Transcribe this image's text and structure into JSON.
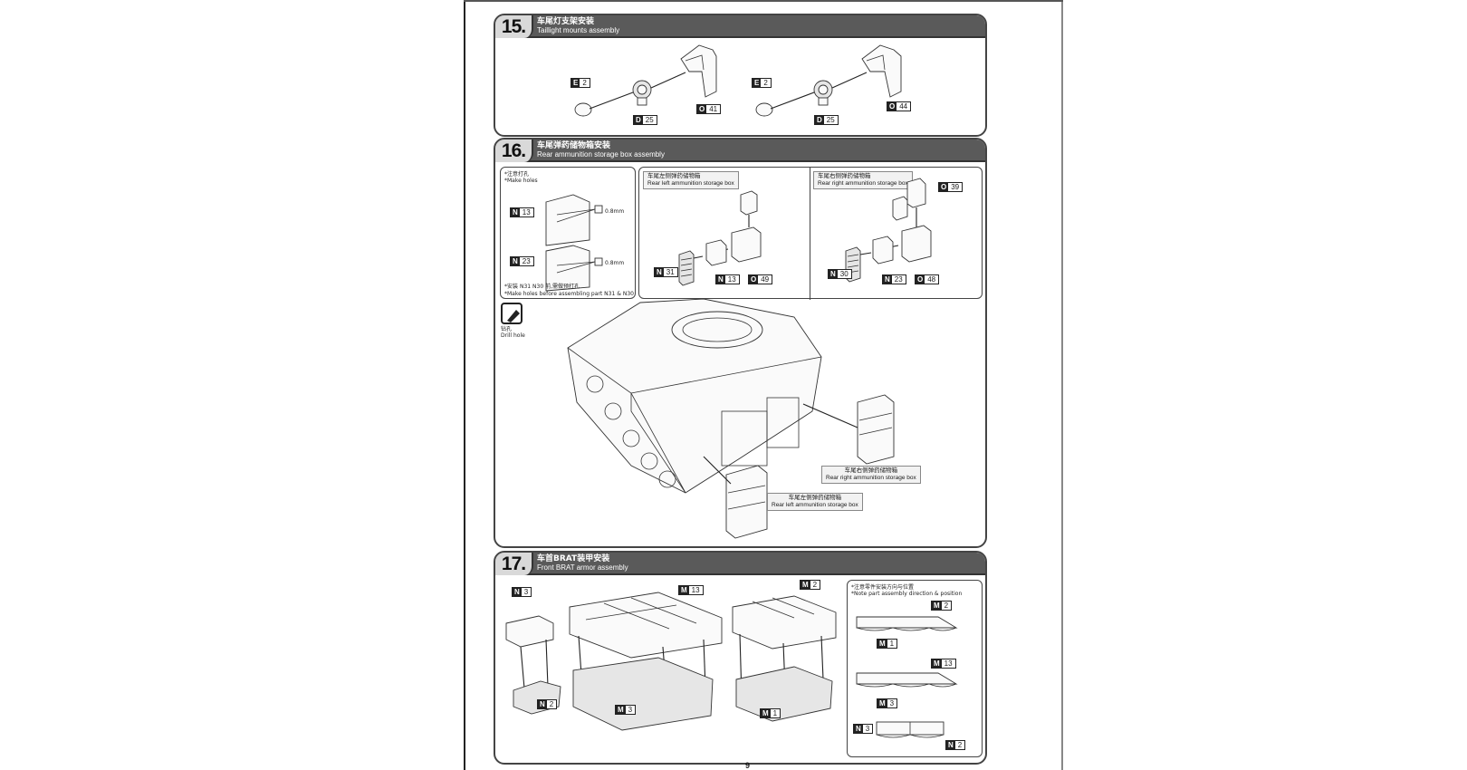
{
  "page_number": "9",
  "steps": [
    {
      "number": "15.",
      "title_cn": "车尾灯支架安装",
      "title_en": "Taillight mounts assembly",
      "parts": [
        {
          "letter": "E",
          "num": "2"
        },
        {
          "letter": "D",
          "num": "25"
        },
        {
          "letter": "O",
          "num": "41"
        },
        {
          "letter": "E",
          "num": "2"
        },
        {
          "letter": "D",
          "num": "25"
        },
        {
          "letter": "O",
          "num": "44"
        }
      ]
    },
    {
      "number": "16.",
      "title_cn": "车尾弹药储物箱安装",
      "title_en": "Rear ammunition storage box assembly",
      "drill_panel": {
        "note_cn": "*注意打孔",
        "note_en": "*Make holes",
        "dim1": "0.8mm",
        "dim2": "0.8mm",
        "part_a": {
          "letter": "N",
          "num": "13"
        },
        "part_b": {
          "letter": "N",
          "num": "23"
        },
        "footer_cn": "*安装",
        "footer_cn_tail": "前,需做预打孔",
        "footer_en": "*Make holes before assembling part",
        "footer_amp": "&",
        "footer_part1": {
          "letter": "N",
          "num": "31"
        },
        "footer_part2": {
          "letter": "N",
          "num": "30"
        }
      },
      "left_box": {
        "title_cn": "车尾左侧弹药储物箱",
        "title_en": "Rear left ammunition storage box",
        "parts": [
          {
            "letter": "N",
            "num": "31"
          },
          {
            "letter": "N",
            "num": "13"
          },
          {
            "letter": "O",
            "num": "49"
          }
        ]
      },
      "right_box": {
        "title_cn": "车尾右侧弹药储物箱",
        "title_en": "Rear right ammunition storage box",
        "parts": [
          {
            "letter": "O",
            "num": "39"
          },
          {
            "letter": "N",
            "num": "30"
          },
          {
            "letter": "N",
            "num": "23"
          },
          {
            "letter": "O",
            "num": "48"
          }
        ]
      },
      "drill_icon_cn": "钻孔",
      "drill_icon_en": "Drill hole",
      "callout_right_cn": "车尾右侧弹药储物箱",
      "callout_right_en": "Rear right ammunition storage box",
      "callout_left_cn": "车尾左侧弹药储物箱",
      "callout_left_en": "Rear left ammunition storage box"
    },
    {
      "number": "17.",
      "title_cn": "车首BRAT装甲安装",
      "title_en": "Front BRAT armor assembly",
      "parts": [
        {
          "letter": "N",
          "num": "3"
        },
        {
          "letter": "N",
          "num": "2"
        },
        {
          "letter": "M",
          "num": "13"
        },
        {
          "letter": "M",
          "num": "3"
        },
        {
          "letter": "M",
          "num": "2"
        },
        {
          "letter": "M",
          "num": "1"
        }
      ],
      "note_panel": {
        "note_cn": "*注意零件安装方向与位置",
        "note_en": "*Note part assembly direction & position",
        "parts": [
          {
            "letter": "M",
            "num": "2"
          },
          {
            "letter": "M",
            "num": "1"
          },
          {
            "letter": "M",
            "num": "13"
          },
          {
            "letter": "M",
            "num": "3"
          },
          {
            "letter": "N",
            "num": "3"
          },
          {
            "letter": "N",
            "num": "2"
          }
        ]
      }
    }
  ]
}
